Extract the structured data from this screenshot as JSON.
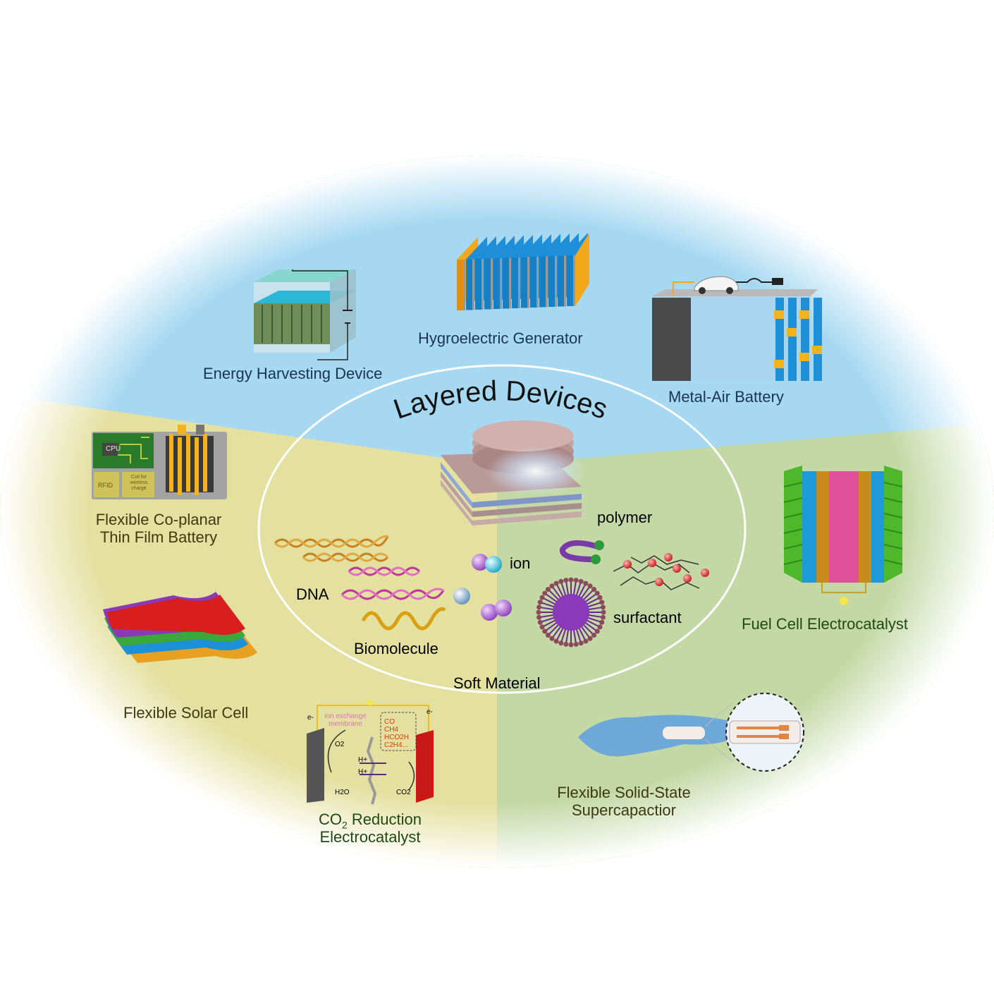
{
  "title": "Layered Devices",
  "center": {
    "label": "Soft Material",
    "materials": {
      "polymer": "polymer",
      "ion": "ion",
      "dna": "DNA",
      "surfactant": "surfactant",
      "biomolecule": "Biomolecule"
    }
  },
  "devices": {
    "energy_harvesting": "Energy Harvesting Device",
    "hygroelectric": "Hygroelectric Generator",
    "metal_air": "Metal-Air Battery",
    "coplanar_line1": "Flexible Co-planar",
    "coplanar_line2": "Thin Film Battery",
    "coplanar_chip": {
      "cpu": "CPU",
      "rfid": "RFID",
      "coil": "Coil for wireless charge"
    },
    "fuel_cell": "Fuel Cell Electrocatalyst",
    "solar": "Flexible Solar Cell",
    "co2_line1": "CO",
    "co2_sub": "2",
    "co2_line1_rest": " Reduction",
    "co2_line2": "Electrocatalyst",
    "co2_inset": {
      "membrane": "ion exchange membrane",
      "products": [
        "CO",
        "CH4",
        "HCO2H",
        "C2H4..."
      ],
      "o2": "O2",
      "h2o": "H2O",
      "co2": "CO2",
      "hplus": "H+",
      "electron": "e-"
    },
    "supercap_line1": "Flexible Solid-State",
    "supercap_line2": "Supercapactior"
  },
  "colors": {
    "blue_region": "#a8d8f0",
    "olive_region": "#e2de9c",
    "green_region": "#bfd4a0",
    "ring": "#ffffff"
  }
}
